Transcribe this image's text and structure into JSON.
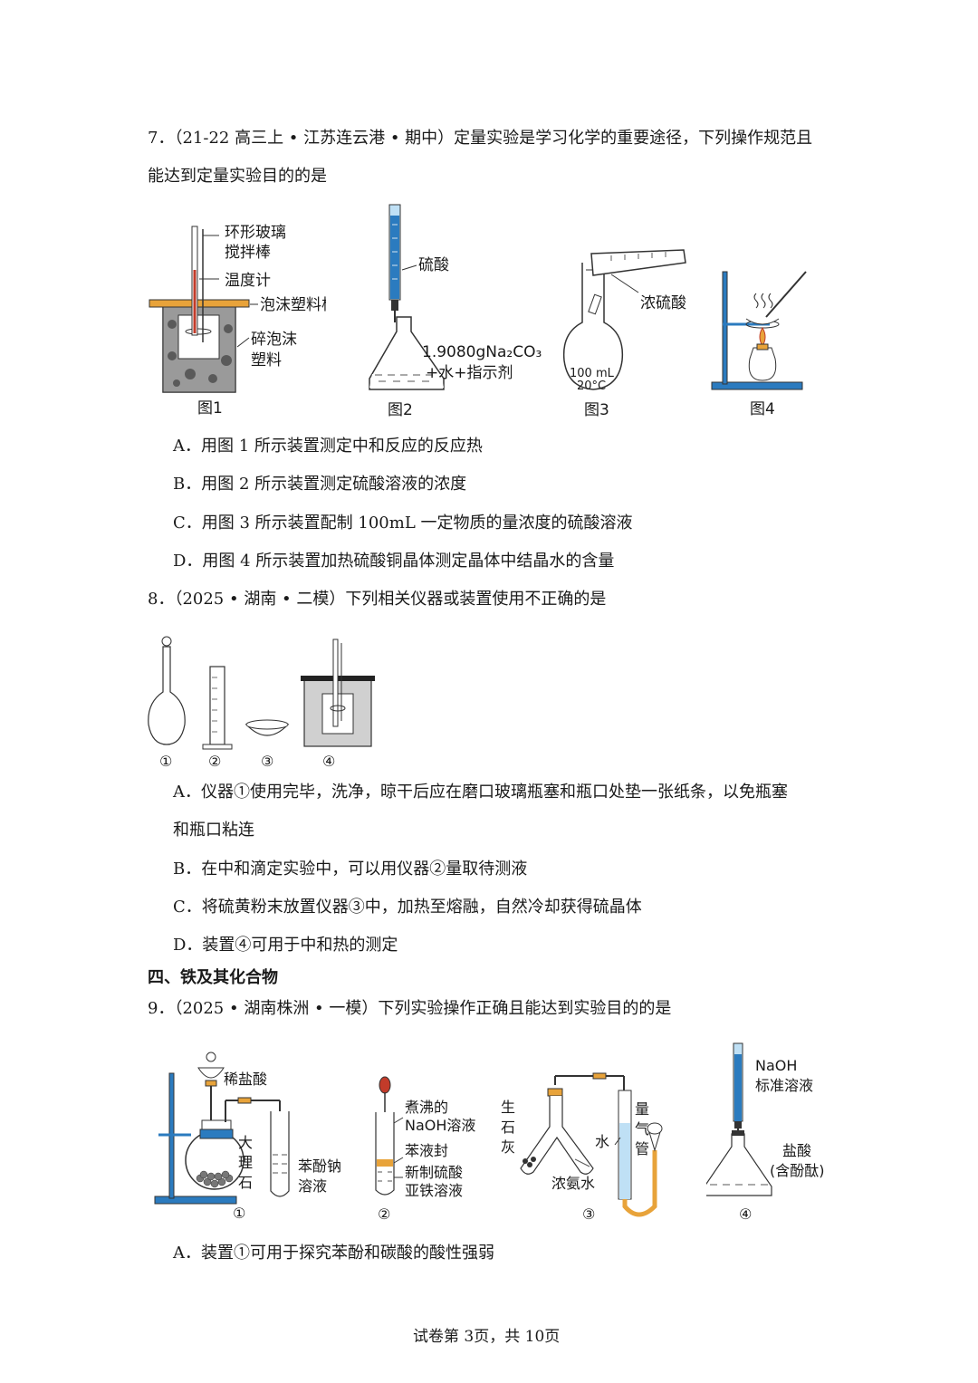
{
  "q7": {
    "stem_line1": "7．（21-22 高三上 • 江苏连云港 • 期中）定量实验是学习化学的重要途径，下列操作规范且",
    "stem_line2": "能达到定量实验目的的是",
    "fig1": {
      "label_stir1": "环形玻璃",
      "label_stir2": "搅拌棒",
      "label_thermo": "温度计",
      "label_board": "泡沫塑料板",
      "label_foam1": "碎泡沫",
      "label_foam2": "塑料",
      "caption": "图1"
    },
    "fig2": {
      "label_acid": "硫酸",
      "label_mass": "1.9080gNa₂CO₃",
      "label_water": "+水+指示剂",
      "caption": "图2"
    },
    "fig3": {
      "label_acid": "浓硫酸",
      "label_vol": "100 mL",
      "label_temp": "20°C",
      "caption": "图3"
    },
    "fig4": {
      "caption": "图4"
    },
    "options": [
      "A．用图 1 所示装置测定中和反应的反应热",
      "B．用图 2 所示装置测定硫酸溶液的浓度",
      "C．用图 3 所示装置配制 100mL 一定物质的量浓度的硫酸溶液",
      "D．用图 4 所示装置加热硫酸铜晶体测定晶体中结晶水的含量"
    ]
  },
  "q8": {
    "stem": "8．（2025 • 湖南 • 二模）下列相关仪器或装置使用不正确的是",
    "labels": [
      "①",
      "②",
      "③",
      "④"
    ],
    "option_a1": "A．仪器①使用完毕，洗净，晾干后应在磨口玻璃瓶塞和瓶口处垫一张纸条，以免瓶塞",
    "option_a2": "和瓶口粘连",
    "option_b": "B．在中和滴定实验中，可以用仪器②量取待测液",
    "option_c": "C．将硫黄粉末放置仪器③中，加热至熔融，自然冷却获得硫晶体",
    "option_d": "D．装置④可用于中和热的测定"
  },
  "section4": "四、铁及其化合物",
  "q9": {
    "stem": "9．（2025 • 湖南株洲 • 一模）下列实验操作正确且能达到实验目的的是",
    "fig1": {
      "label_hcl": "稀盐酸",
      "label_marble": [
        "大",
        "理",
        "石"
      ],
      "label_phenolate": [
        "苯酚钠",
        "溶液"
      ],
      "caption": "①"
    },
    "fig2": {
      "label_naoh": [
        "煮沸的",
        "NaOH溶液"
      ],
      "label_benzene": "苯液封",
      "label_feso4": [
        "新制硫酸",
        "亚铁溶液"
      ],
      "caption": "②"
    },
    "fig3": {
      "label_lime": [
        "生",
        "石",
        "灰"
      ],
      "label_ammonia": "浓氨水",
      "label_water": "水",
      "label_tube": [
        "量",
        "气",
        "管"
      ],
      "caption": "③"
    },
    "fig4": {
      "label_naoh": [
        "NaOH",
        "标准溶液"
      ],
      "label_hcl": [
        "盐酸",
        "(含酚酞)"
      ],
      "caption": "④"
    },
    "option_a": "A．装置①可用于探究苯酚和碳酸的酸性强弱"
  },
  "footer": "试卷第 3页，共 10页",
  "colors": {
    "blue": "#2b7bbf",
    "light_blue": "#bfe0f5",
    "orange": "#e8a33a",
    "red": "#c23b2a"
  }
}
